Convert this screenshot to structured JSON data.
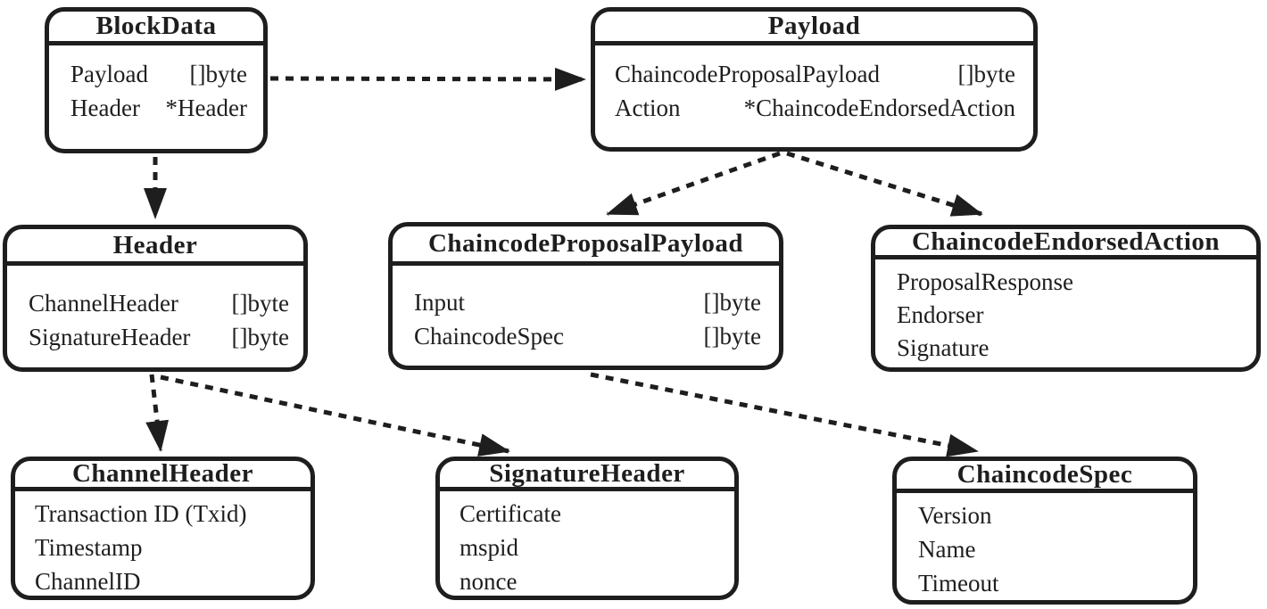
{
  "diagram": {
    "type": "class-diagram",
    "background_color": "#ffffff",
    "line_color": "#1e1e1e",
    "boxes": [
      {
        "title": "BlockData",
        "fields": [
          {
            "name": "Payload",
            "type": "[]byte"
          },
          {
            "name": "Header",
            "type": "*Header"
          }
        ]
      },
      {
        "title": "Payload",
        "fields": [
          {
            "name": "ChaincodeProposalPayload",
            "type": "[]byte"
          },
          {
            "name": "Action",
            "type": "*ChaincodeEndorsedAction"
          }
        ]
      },
      {
        "title": "Header",
        "fields": [
          {
            "name": "ChannelHeader",
            "type": "[]byte"
          },
          {
            "name": "SignatureHeader",
            "type": "[]byte"
          }
        ]
      },
      {
        "title": "ChaincodeProposalPayload",
        "fields": [
          {
            "name": "Input",
            "type": "[]byte"
          },
          {
            "name": "ChaincodeSpec",
            "type": "[]byte"
          }
        ]
      },
      {
        "title": "ChaincodeEndorsedAction",
        "fields": [
          {
            "name": "ProposalResponse"
          },
          {
            "name": "Endorser"
          },
          {
            "name": "Signature"
          }
        ]
      },
      {
        "title": "ChannelHeader",
        "fields": [
          {
            "name": "Transaction ID (Txid)"
          },
          {
            "name": "Timestamp"
          },
          {
            "name": "ChannelID"
          }
        ]
      },
      {
        "title": "SignatureHeader",
        "fields": [
          {
            "name": "Certificate"
          },
          {
            "name": "mspid"
          },
          {
            "name": "nonce"
          }
        ]
      },
      {
        "title": "ChaincodeSpec",
        "fields": [
          {
            "name": "Version"
          },
          {
            "name": "Name"
          },
          {
            "name": "Timeout"
          }
        ]
      }
    ],
    "edges": [
      {
        "from": "BlockData",
        "to": "Payload",
        "style": "dashed-arrow"
      },
      {
        "from": "BlockData",
        "to": "Header",
        "style": "dashed-arrow"
      },
      {
        "from": "Payload",
        "to": "ChaincodeProposalPayload",
        "style": "dashed-arrow"
      },
      {
        "from": "Payload",
        "to": "ChaincodeEndorsedAction",
        "style": "dashed-arrow"
      },
      {
        "from": "Header",
        "to": "ChannelHeader",
        "style": "dashed-arrow"
      },
      {
        "from": "Header",
        "to": "SignatureHeader",
        "style": "dashed-arrow"
      },
      {
        "from": "ChaincodeProposalPayload",
        "to": "ChaincodeSpec",
        "style": "dashed-arrow"
      }
    ]
  }
}
